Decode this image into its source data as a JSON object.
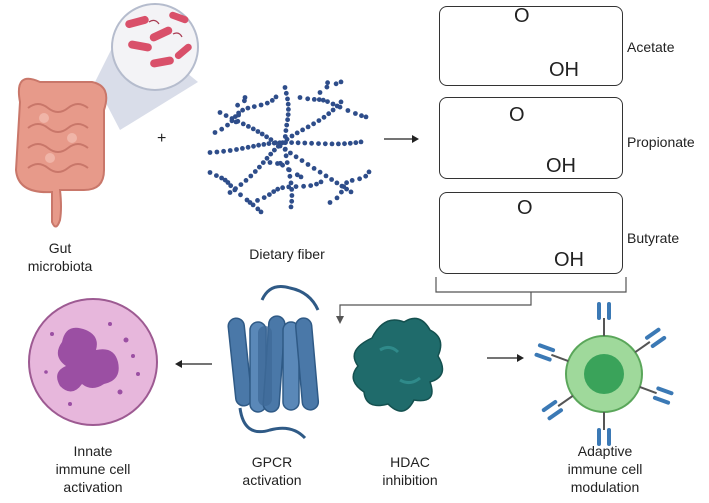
{
  "organisms": {
    "gut_label_line1": "Gut",
    "gut_label_line2": "microbiota",
    "fiber_label": "Dietary fiber",
    "plus": "+"
  },
  "scfa": [
    {
      "name": "Acetate",
      "oxygen": "O",
      "hydroxyl": "OH"
    },
    {
      "name": "Propionate",
      "oxygen": "O",
      "hydroxyl": "OH"
    },
    {
      "name": "Butyrate",
      "oxygen": "O",
      "hydroxyl": "OH"
    }
  ],
  "mechanisms": {
    "gpcr_line1": "GPCR",
    "gpcr_line2": "activation",
    "hdac_line1": "HDAC",
    "hdac_line2": "inhibition"
  },
  "outcomes": {
    "innate_line1": "Innate",
    "innate_line2": "immune cell",
    "innate_line3": "activation",
    "adaptive_line1": "Adaptive",
    "adaptive_line2": "immune cell",
    "adaptive_line3": "modulation"
  },
  "colors": {
    "bacteria": "#d9506a",
    "fiber_dots": "#2e4d8a",
    "gpcr": "#4a78a8",
    "hdac": "#1f6b6b",
    "innate_cell": "#e7b7dc",
    "innate_nucleus": "#9b4fa3",
    "adaptive_cell": "#9fd99b",
    "adaptive_nucleus": "#3aa35a",
    "antibody": "#3b79b5",
    "intestine": "#e79a8a"
  }
}
